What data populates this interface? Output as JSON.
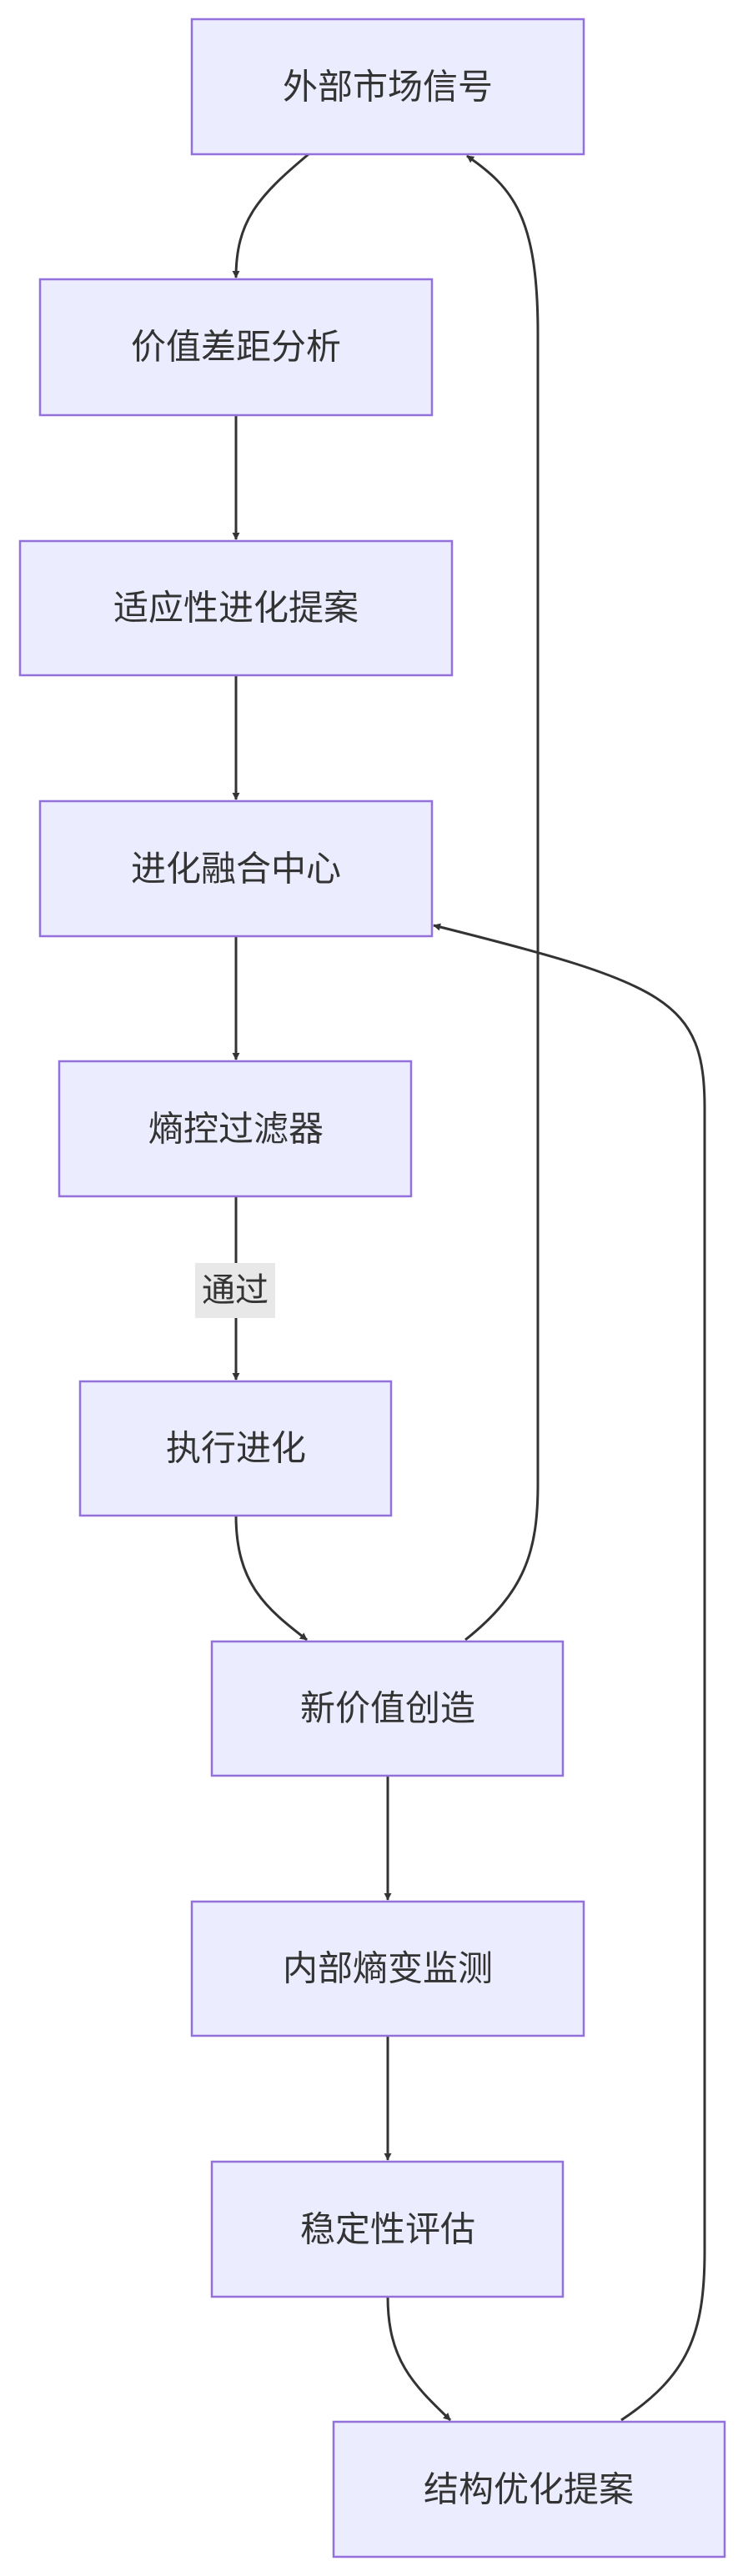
{
  "diagram": {
    "nodes": {
      "market_signal": "外部市场信号",
      "value_gap": "价值差距分析",
      "adaptive_proposal": "适应性进化提案",
      "fusion_center": "进化融合中心",
      "entropy_filter": "熵控过滤器",
      "execute_evolution": "执行进化",
      "new_value": "新价值创造",
      "entropy_monitor": "内部熵变监测",
      "stability_eval": "稳定性评估",
      "structure_proposal": "结构优化提案"
    },
    "edges": [
      {
        "from": "market_signal",
        "to": "value_gap",
        "label": ""
      },
      {
        "from": "value_gap",
        "to": "adaptive_proposal",
        "label": ""
      },
      {
        "from": "adaptive_proposal",
        "to": "fusion_center",
        "label": ""
      },
      {
        "from": "fusion_center",
        "to": "entropy_filter",
        "label": ""
      },
      {
        "from": "entropy_filter",
        "to": "execute_evolution",
        "label": "通过"
      },
      {
        "from": "execute_evolution",
        "to": "new_value",
        "label": ""
      },
      {
        "from": "new_value",
        "to": "market_signal",
        "label": ""
      },
      {
        "from": "new_value",
        "to": "entropy_monitor",
        "label": ""
      },
      {
        "from": "entropy_monitor",
        "to": "stability_eval",
        "label": ""
      },
      {
        "from": "stability_eval",
        "to": "structure_proposal",
        "label": ""
      },
      {
        "from": "structure_proposal",
        "to": "fusion_center",
        "label": ""
      }
    ],
    "edge_label_pass": "通过",
    "colors": {
      "node_fill": "#ececff",
      "node_stroke": "#9370db",
      "edge": "#333333",
      "text": "#333333",
      "label_bg": "#e8e8e8"
    }
  }
}
